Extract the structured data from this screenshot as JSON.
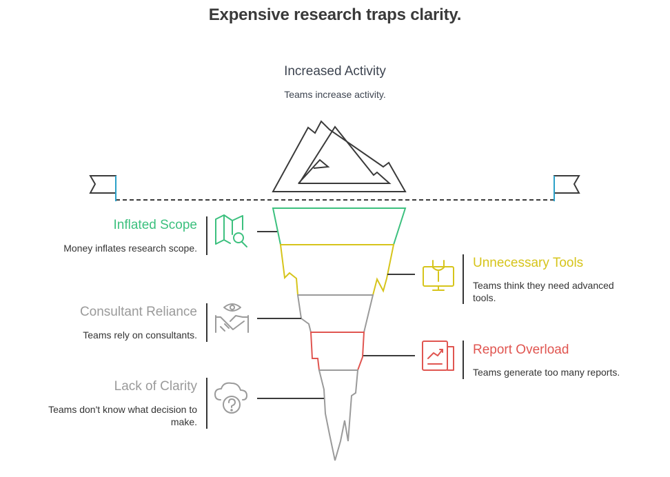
{
  "title": "Expensive research traps clarity.",
  "top": {
    "label": "Increased Activity",
    "description": "Teams increase activity."
  },
  "items": {
    "inflated_scope": {
      "label": "Inflated Scope",
      "description": "Money inflates research scope.",
      "color": "#3cc07e",
      "icon": "map-search-icon"
    },
    "unnecessary_tools": {
      "label": "Unnecessary Tools",
      "description": "Teams think they need advanced tools.",
      "color": "#d6c41a",
      "icon": "monitor-tools-icon"
    },
    "consultant_reliance": {
      "label": "Consultant Reliance",
      "description": "Teams rely on consultants.",
      "color": "#9a9a9a",
      "icon": "handshake-eye-icon"
    },
    "report_overload": {
      "label": "Report Overload",
      "description": "Teams generate too many reports.",
      "color": "#e05550",
      "icon": "report-chart-icon"
    },
    "lack_of_clarity": {
      "label": "Lack of Clarity",
      "description": "Teams don't know what decision to make.",
      "color": "#9a9a9a",
      "icon": "cloud-question-icon"
    }
  }
}
